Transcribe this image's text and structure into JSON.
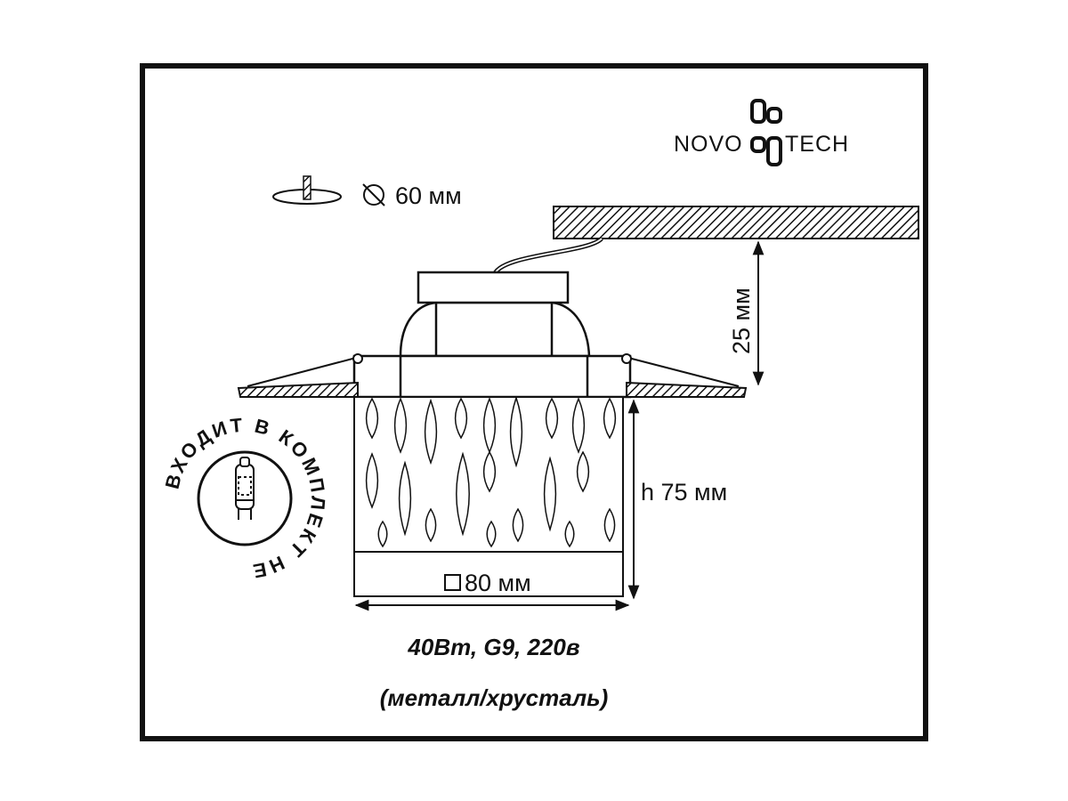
{
  "logo": {
    "text": "NOVOTECH"
  },
  "cutout": {
    "label": "60 мм"
  },
  "dimensions": {
    "depth": "25 мм",
    "height": "h 75 мм",
    "width": "80 мм"
  },
  "specs": {
    "power": "40Вт, G9, 220в",
    "material": "(металл/хрусталь)"
  },
  "lamp_badge": {
    "text": "ВХОДИТ В КОМПЛЕКТ НЕ"
  }
}
